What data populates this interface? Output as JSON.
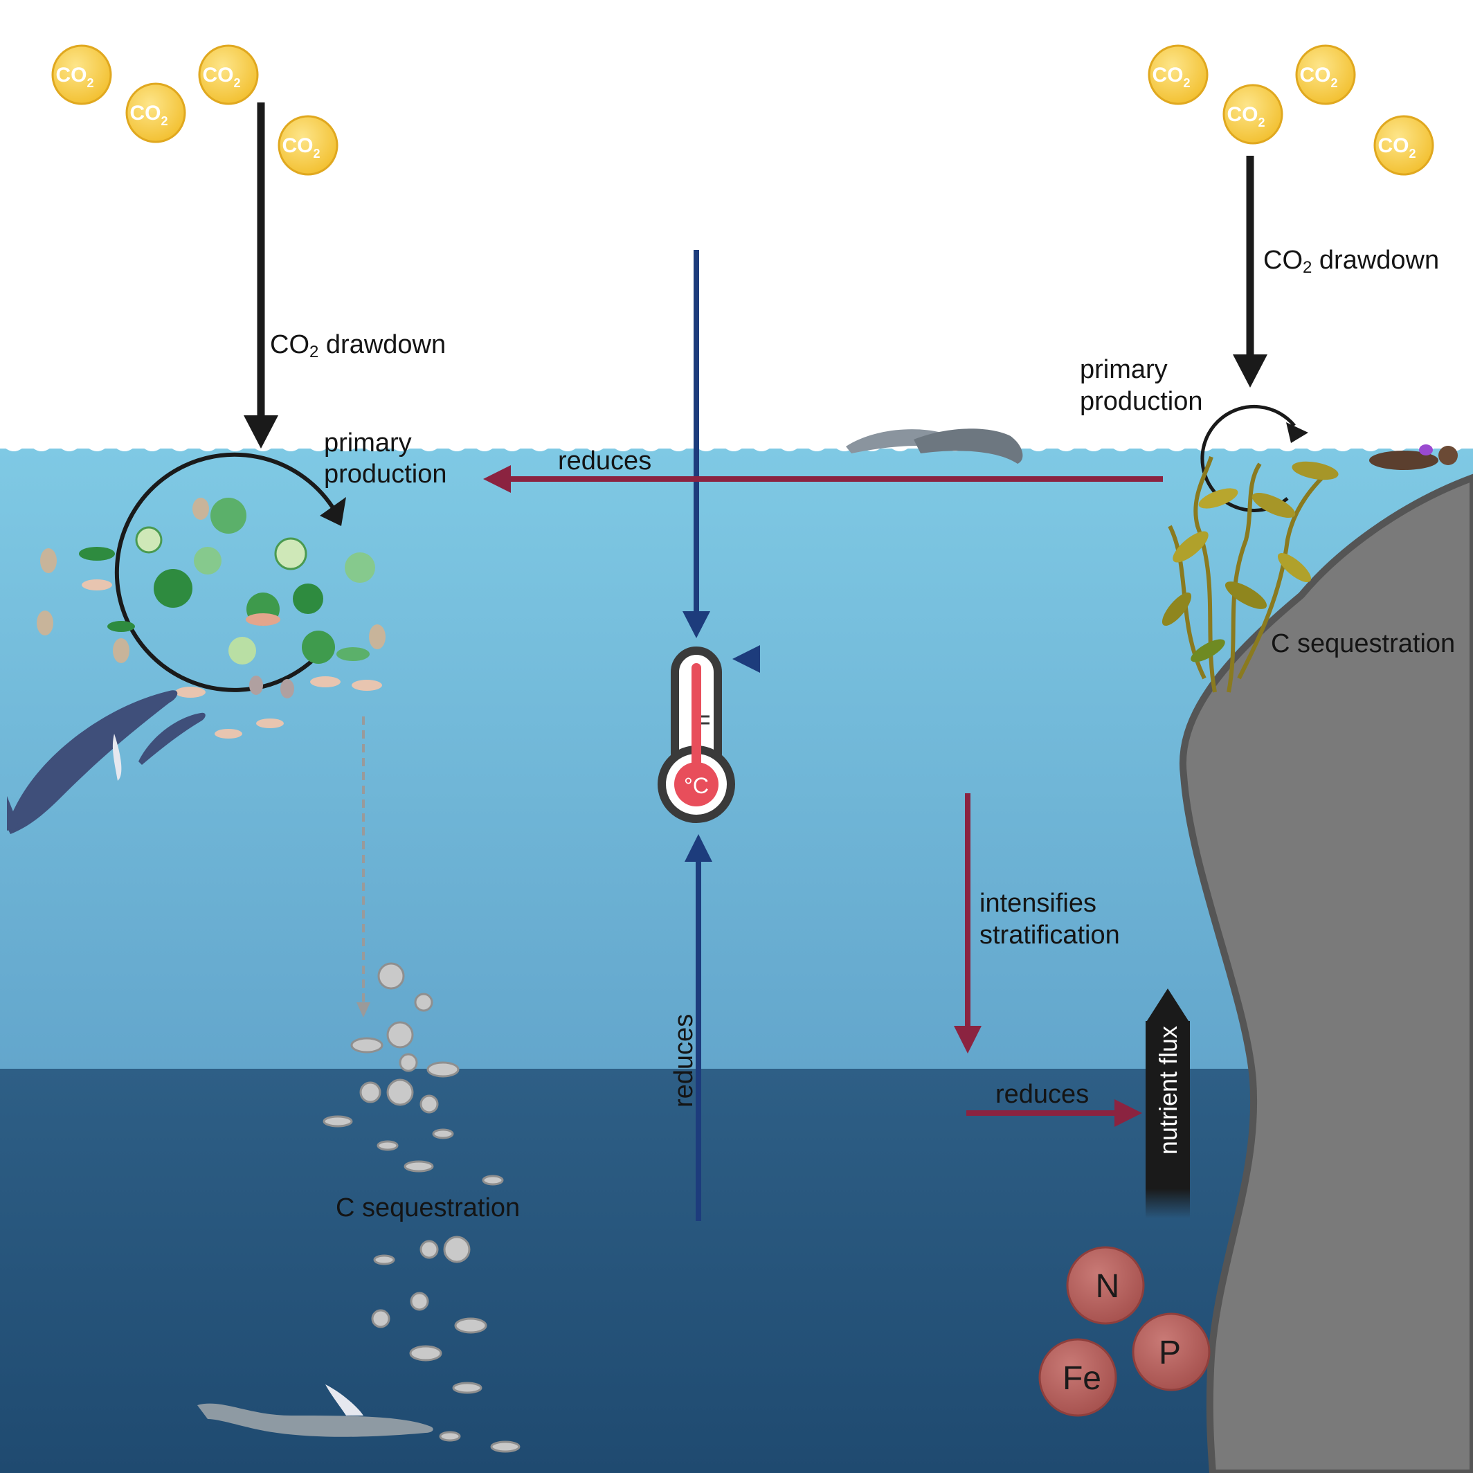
{
  "molecule_label": "CO",
  "molecule_subscript": "2",
  "labels": {
    "drawdown_left_prefix": "CO",
    "drawdown_left_sub": "2",
    "drawdown_left_suffix": " drawdown",
    "drawdown_right_prefix": "CO",
    "drawdown_right_sub": "2",
    "drawdown_right_suffix": " drawdown",
    "primary_production_left_1": "primary",
    "primary_production_left_2": "production",
    "primary_production_right_1": "primary",
    "primary_production_right_2": "production",
    "reduces_top": "reduces",
    "reduces_vertical": "reduces",
    "reduces_bottom": "reduces",
    "intensifies_1": "intensifies",
    "intensifies_2": "stratification",
    "c_sequestration_left": "C sequestration",
    "c_sequestration_right": "C sequestration",
    "nutrient_flux": "nutrient flux",
    "thermometer_unit": "°C"
  },
  "nutrients": [
    "N",
    "P",
    "Fe"
  ],
  "colors": {
    "sky": "#ffffff",
    "surface_water": "#7ec8e3",
    "deep_water": "#27587e",
    "cool_arrow": "#1d3c7c",
    "warm_arrow": "#8b2340",
    "co2_bubble": "#f5c93a",
    "nutrient_bubble": "#b8635f",
    "rock": "#7a7a7a"
  }
}
